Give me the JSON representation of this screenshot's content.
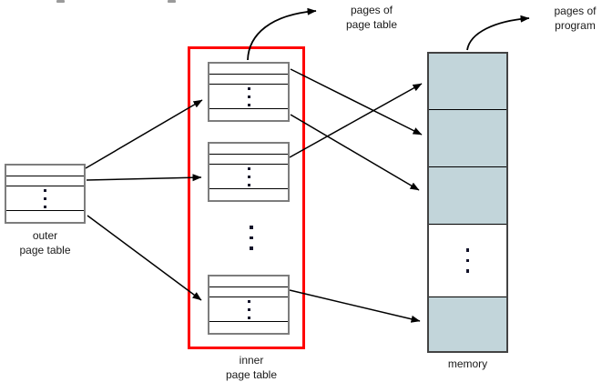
{
  "labels": {
    "pages_of_page_table": "pages of\npage table",
    "pages_of_program": "pages of\nprogram",
    "outer_page_table": "outer\npage table",
    "inner_page_table": "inner\npage table",
    "memory": "memory"
  },
  "icons": {
    "vertical_ellipsis": "three-dots-vertical"
  },
  "colors": {
    "memory_page_fill": "#c2d5da",
    "highlight_box": "#ff0000",
    "table_border": "#7d7d7d",
    "memory_border": "#434343",
    "arrow": "#000000",
    "text": "#1a1a1a"
  },
  "structure": {
    "diagram_type": "two-level hierarchical page table",
    "outer_table_rows": "2 top rows, ellipsis, 1 bottom row",
    "inner_tables_count": 3,
    "memory_cells_count": 5,
    "memory_filled_cells": [
      1,
      2,
      3,
      5
    ],
    "memory_empty_cell_with_ellipsis": 4
  }
}
